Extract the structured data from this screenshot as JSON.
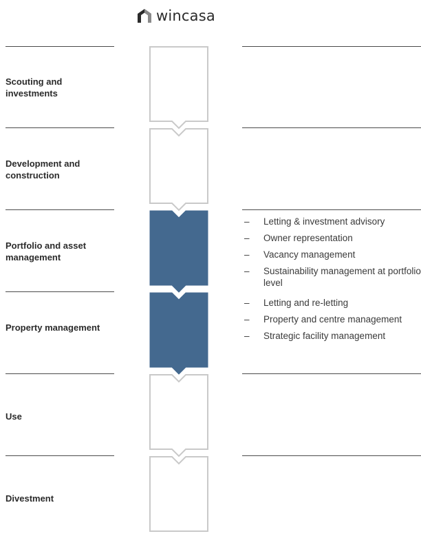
{
  "header": {
    "logo_text": "wincasa",
    "logo_icon": "house-roof-icon"
  },
  "colors": {
    "active": "#44698f",
    "outline": "#c9c9c9",
    "rule": "#4a4a4a"
  },
  "stages": [
    {
      "label": "Scouting and investments",
      "active": false,
      "bullets": []
    },
    {
      "label": "Development and construction",
      "active": false,
      "bullets": []
    },
    {
      "label": "Portfolio and asset management",
      "active": true,
      "bullets": [
        "Letting & investment advisory",
        "Owner representation",
        "Vacancy management",
        "Sustainability management at portfolio level"
      ]
    },
    {
      "label": "Property management",
      "active": true,
      "bullets": [
        "Letting and re-letting",
        "Property and centre management",
        "Strategic facility management"
      ]
    },
    {
      "label": "Use",
      "active": false,
      "bullets": []
    },
    {
      "label": "Divestment",
      "active": false,
      "bullets": []
    }
  ],
  "bullet_dash": "–"
}
